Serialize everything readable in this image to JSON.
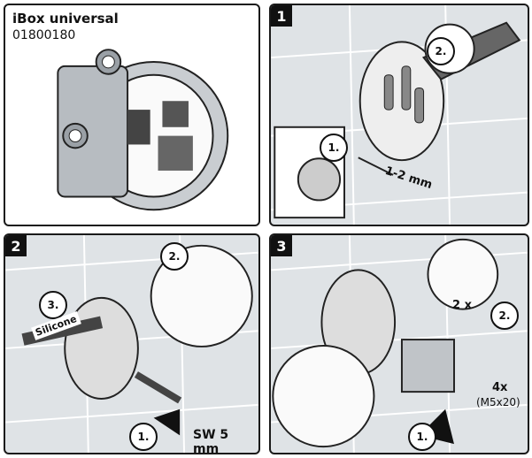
{
  "product": {
    "title": "iBox universal",
    "code": "01800180"
  },
  "panels": [
    {
      "step": "1",
      "labels": {
        "a": "1.",
        "b": "2.",
        "gap": "1-2 mm"
      }
    },
    {
      "step": "2",
      "labels": {
        "a": "1.",
        "b": "2.",
        "c": "3.",
        "silicone": "Silicone",
        "tool": "SW 5 mm"
      }
    },
    {
      "step": "3",
      "labels": {
        "a": "1.",
        "b": "2.",
        "count": "2 x",
        "screws": "4x",
        "screw_size": "(M5x20)"
      }
    }
  ],
  "colors": {
    "wall": "#dfe3e6",
    "tile_line": "#ffffff",
    "ink": "#1a1a1a",
    "part": "#bfc3c7"
  }
}
